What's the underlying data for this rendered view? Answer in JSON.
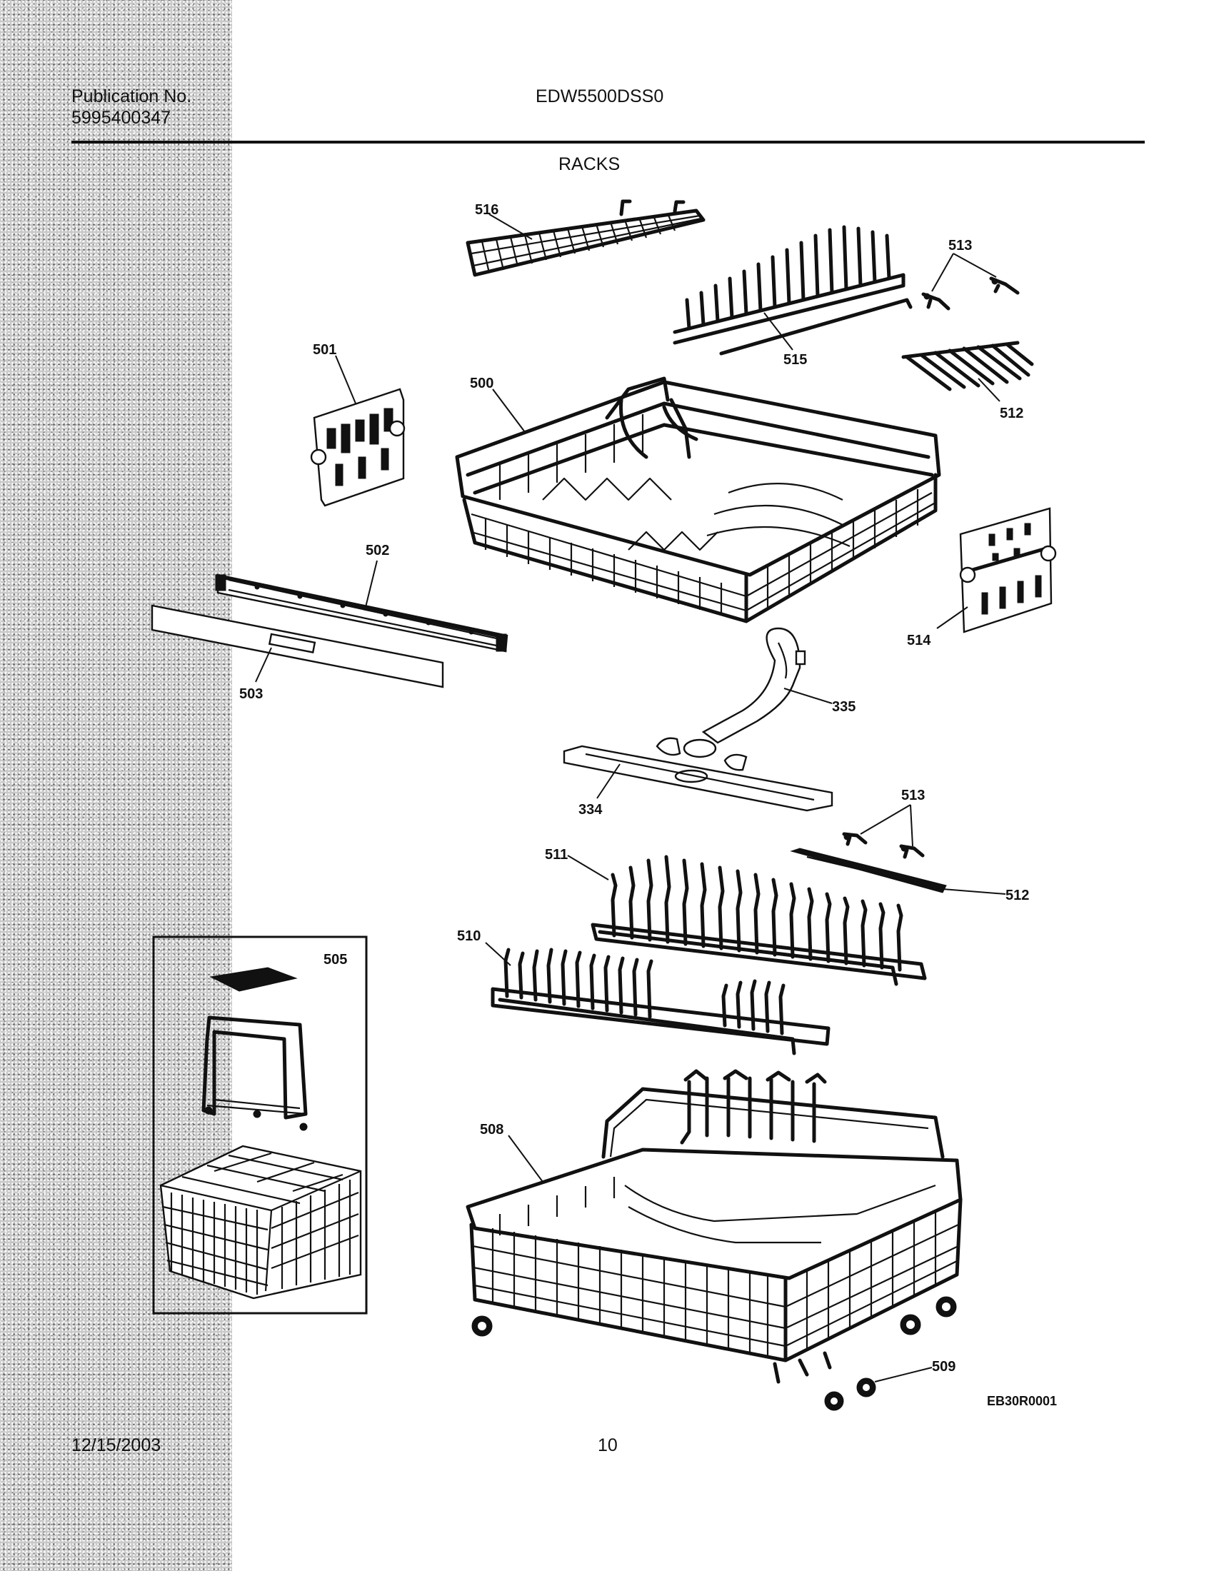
{
  "header": {
    "publication_label": "Publication No.",
    "publication_number": "5995400347",
    "model": "EDW5500DSS0"
  },
  "title": "RACKS",
  "callouts": {
    "c516": "516",
    "c513a": "513",
    "c515": "515",
    "c501": "501",
    "c500": "500",
    "c512a": "512",
    "c502": "502",
    "c514": "514",
    "c503": "503",
    "c335": "335",
    "c334": "334",
    "c513b": "513",
    "c511": "511",
    "c512b": "512",
    "c510": "510",
    "c505": "505",
    "c508": "508",
    "c509": "509"
  },
  "illustration_code": "EB30R0001",
  "footer": {
    "date": "12/15/2003",
    "page": "10"
  },
  "colors": {
    "ink": "#111111",
    "paper": "#ffffff",
    "margin_texture": "#c9c9c9"
  }
}
